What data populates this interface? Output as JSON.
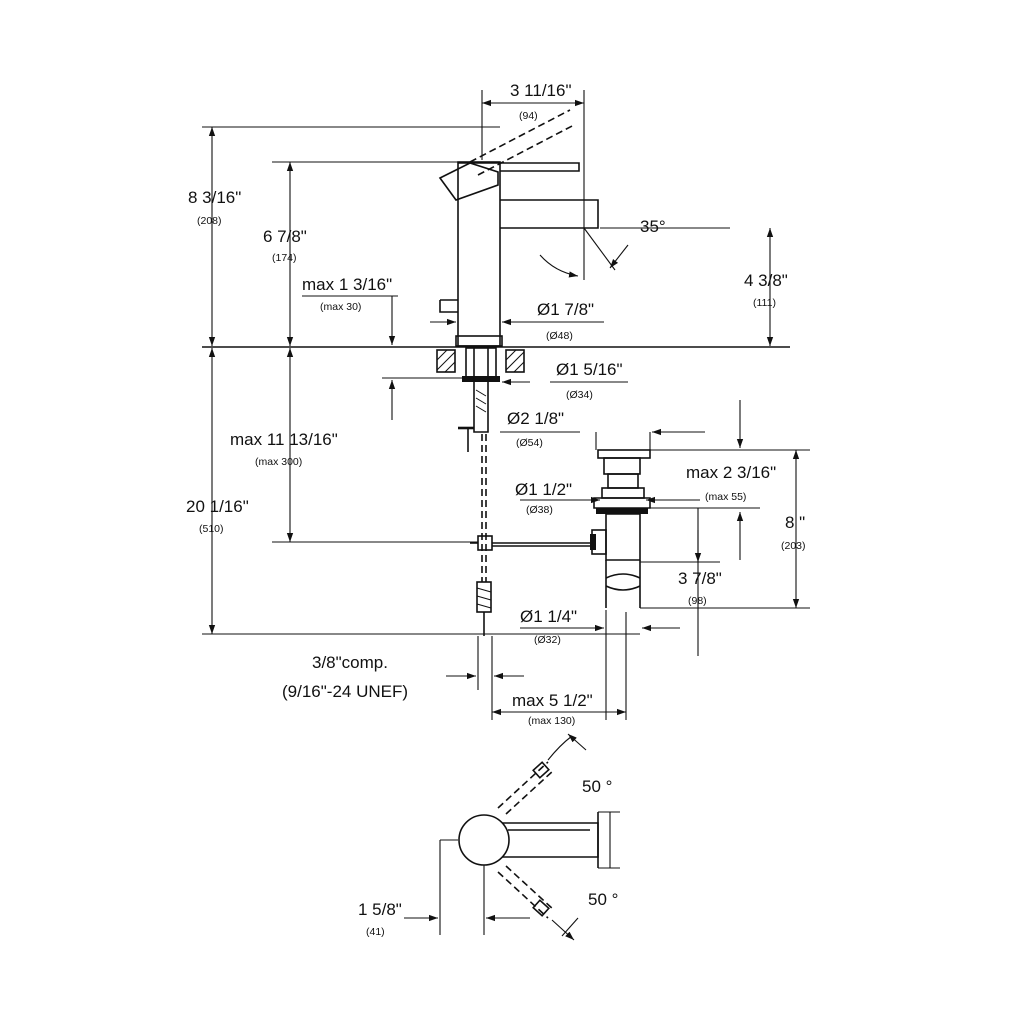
{
  "dimensions": {
    "d_3_11_16": {
      "inch": "3 11/16\"",
      "mm": "(94)"
    },
    "d_8_3_16": {
      "inch": "8 3/16\"",
      "mm": "(208)"
    },
    "d_6_7_8": {
      "inch": "6 7/8\"",
      "mm": "(174)"
    },
    "d_max_1_3_16": {
      "inch": "max 1 3/16\"",
      "mm": "(max 30)"
    },
    "d_35": {
      "inch": "35°"
    },
    "d_4_3_8": {
      "inch": "4 3/8\"",
      "mm": "(111)"
    },
    "d_dia_1_7_8": {
      "inch": "Ø1 7/8\"",
      "mm": "(Ø48)"
    },
    "d_dia_1_5_16": {
      "inch": "Ø1 5/16\"",
      "mm": "(Ø34)"
    },
    "d_dia_2_1_8": {
      "inch": "Ø2 1/8\"",
      "mm": "(Ø54)"
    },
    "d_max_11_13_16": {
      "inch": "max 11 13/16\"",
      "mm": "(max 300)"
    },
    "d_20_1_16": {
      "inch": "20 1/16\"",
      "mm": "(510)"
    },
    "d_max_2_3_16": {
      "inch": "max 2 3/16\"",
      "mm": "(max 55)"
    },
    "d_dia_1_1_2": {
      "inch": "Ø1 1/2\"",
      "mm": "(Ø38)"
    },
    "d_8": {
      "inch": "8 \"",
      "mm": "(203)"
    },
    "d_3_7_8": {
      "inch": "3 7/8\"",
      "mm": "(98)"
    },
    "d_dia_1_1_4": {
      "inch": "Ø1 1/4\"",
      "mm": "(Ø32)"
    },
    "d_comp": {
      "line1": "3/8\"comp.",
      "line2": "(9/16\"-24 UNEF)"
    },
    "d_max_5_1_2": {
      "inch": "max 5 1/2\"",
      "mm": "(max 130)"
    },
    "d_50_top": {
      "inch": "50 °"
    },
    "d_50_bottom": {
      "inch": "50 °"
    },
    "d_1_5_8": {
      "inch": "1 5/8\"",
      "mm": "(41)"
    }
  }
}
